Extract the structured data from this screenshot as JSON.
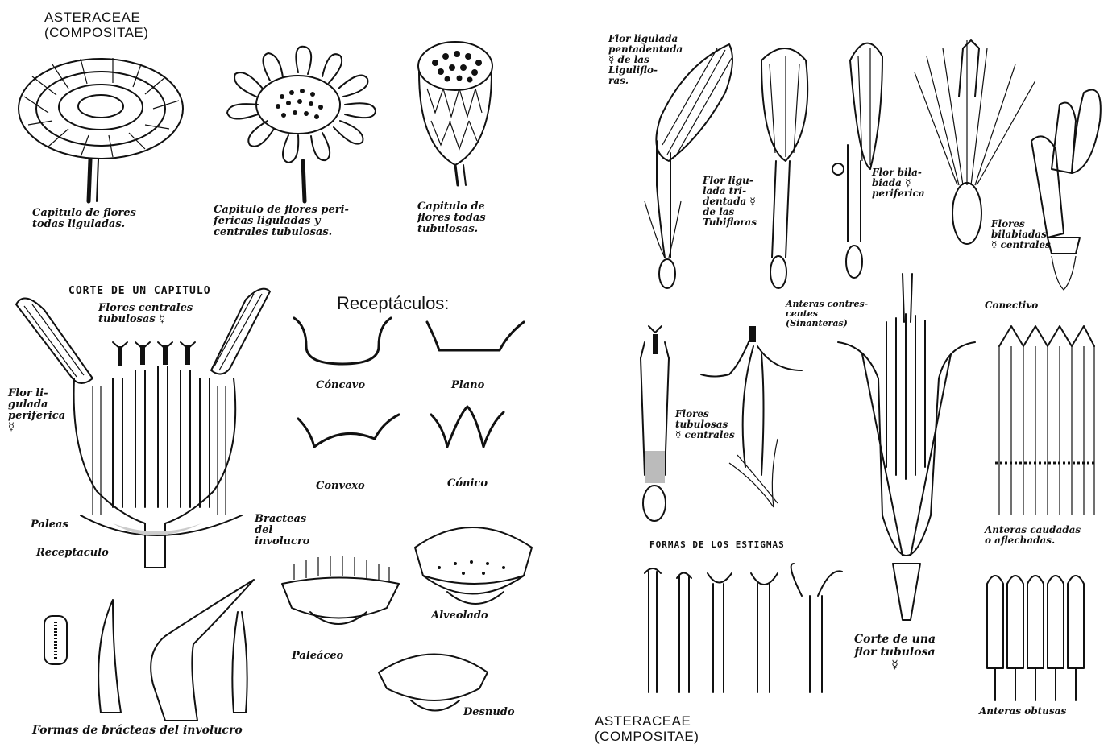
{
  "title_top": "ASTERACEAE\n(COMPOSITAE)",
  "title_bottom": "ASTERACEAE\n(COMPOSITAE)",
  "capitulos": {
    "ligulate": "Capitulo de flores\ntodas liguladas.",
    "mixed": "Capitulo de flores peri-\nfericas liguladas y\ncentrales tubulosas.",
    "tubular": "Capitulo de\nflores todas\ntubulosas."
  },
  "corte": {
    "title": "CORTE DE UN CAPITULO",
    "centrales": "Flores centrales\ntubulosas ☿",
    "ligulada": "Flor li-\ngulada\nperiferica\n☿",
    "paleas": "Paleas",
    "receptaculo": "Receptaculo",
    "bracteas": "Bracteas\ndel\ninvolucro"
  },
  "receptaculos": {
    "title": "Receptáculos:",
    "concavo": "Cóncavo",
    "plano": "Plano",
    "convexo": "Convexo",
    "conico": "Cónico",
    "alveolado": "Alveolado",
    "paleaceo": "Paleáceo",
    "desnudo": "Desnudo"
  },
  "bracteas_formas": "Formas de brácteas del involucro",
  "flores": {
    "pentadentada": "Flor ligulada\npentadentada\n☿ de las\nLiguliflo-\nras.",
    "tridentada": "Flor ligu-\nlada tri-\ndentada ☿\nde las\nTubifloras",
    "bilabiada_perif": "Flor bila-\nbiada ☿\nperiferica",
    "bilabiadas_cent": "Flores\nbilabiadas\n☿ centrales",
    "tubulosas_cent": "Flores\ntubulosas\n☿ centrales"
  },
  "anteras": {
    "sinanteras": "Anteras contres-\ncentes\n(Sinanteras)",
    "conectivo": "Conectivo",
    "caudadas": "Anteras caudadas\no aflechadas.",
    "obtusas": "Anteras obtusas"
  },
  "estigmas": "FORMAS DE LOS ESTIGMAS",
  "corte_tubulosa": "Corte de una\nflor tubulosa\n☿"
}
